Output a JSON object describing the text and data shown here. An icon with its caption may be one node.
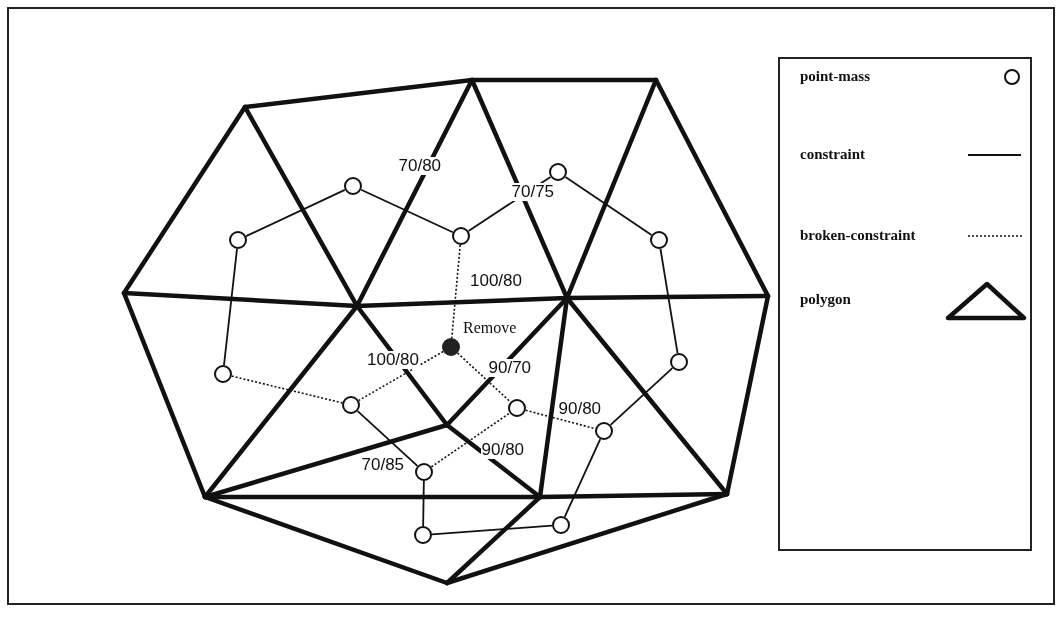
{
  "diagram": {
    "nodes": [
      {
        "text": [],
        "shape": "circle"
      },
      {
        "text": [],
        "shape": "circle"
      },
      {
        "text": [],
        "shape": "circle"
      },
      {
        "text": [],
        "shape": "circle"
      },
      {
        "text": [],
        "shape": "circle"
      },
      {
        "text": [],
        "shape": "circle"
      },
      {
        "text": [],
        "shape": "circle"
      },
      {
        "text": [],
        "shape": "circle",
        "beside": [
          "Remove"
        ]
      },
      {
        "text": [],
        "shape": "circle"
      },
      {
        "text": [],
        "shape": "circle"
      },
      {
        "text": [],
        "shape": "circle"
      },
      {
        "text": [],
        "shape": "circle"
      },
      {
        "text": [],
        "shape": "circle"
      },
      {
        "text": [],
        "shape": "circle"
      }
    ],
    "edges": [
      {
        "from": 0,
        "to": 1,
        "arrow": "none"
      },
      {
        "from": 1,
        "to": 2,
        "arrow": "none",
        "label": "70/80"
      },
      {
        "from": 2,
        "to": 3,
        "arrow": "none",
        "label": "70/75"
      },
      {
        "from": 3,
        "to": 4,
        "arrow": "none"
      },
      {
        "from": 0,
        "to": 5,
        "arrow": "none"
      },
      {
        "from": 4,
        "to": 9,
        "arrow": "none"
      },
      {
        "from": 2,
        "to": 7,
        "arrow": "none",
        "style": "dashed",
        "label": "100/80"
      },
      {
        "from": 7,
        "to": 6,
        "arrow": "none",
        "style": "dashed",
        "label": "100/80"
      },
      {
        "from": 7,
        "to": 8,
        "arrow": "none",
        "style": "dashed",
        "label": "90/70"
      },
      {
        "from": 5,
        "to": 6,
        "arrow": "none",
        "style": "dashed"
      },
      {
        "from": 6,
        "to": 11,
        "arrow": "none",
        "label": "70/85"
      },
      {
        "from": 11,
        "to": 8,
        "arrow": "none",
        "style": "dashed",
        "label": "90/80"
      },
      {
        "from": 8,
        "to": 10,
        "arrow": "none",
        "style": "dashed",
        "label": "90/80"
      },
      {
        "from": 9,
        "to": 10,
        "arrow": "none"
      },
      {
        "from": 11,
        "to": 12,
        "arrow": "none"
      },
      {
        "from": 12,
        "to": 13,
        "arrow": "none"
      },
      {
        "from": 13,
        "to": 10,
        "arrow": "none"
      }
    ],
    "legend": [
      {
        "text": "point-mass"
      },
      {
        "text": "constraint"
      },
      {
        "text": "broken-constraint"
      },
      {
        "text": "polygon"
      }
    ]
  }
}
